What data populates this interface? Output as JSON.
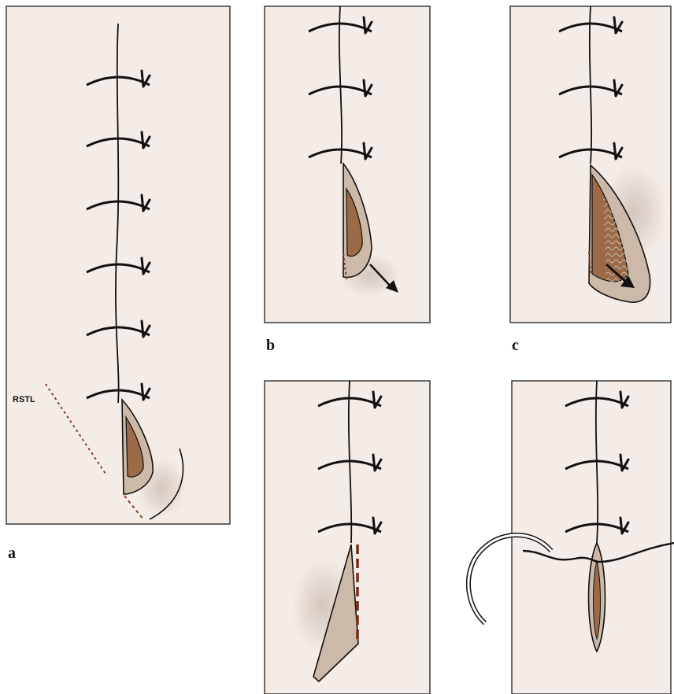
{
  "figure": {
    "panels": [
      {
        "id": "a",
        "label": "a"
      },
      {
        "id": "b",
        "label": "b"
      },
      {
        "id": "c",
        "label": "c"
      },
      {
        "id": "d",
        "label": ""
      },
      {
        "id": "e",
        "label": ""
      }
    ],
    "annotations": {
      "rstl": "RSTL"
    },
    "colors": {
      "background": "#f4ece6",
      "border": "#3a3a3a",
      "ink": "#111111",
      "flap_outer": "#cdb9a7",
      "flap_inner": "#9b6a47",
      "dashed": "#8a3a20"
    }
  }
}
